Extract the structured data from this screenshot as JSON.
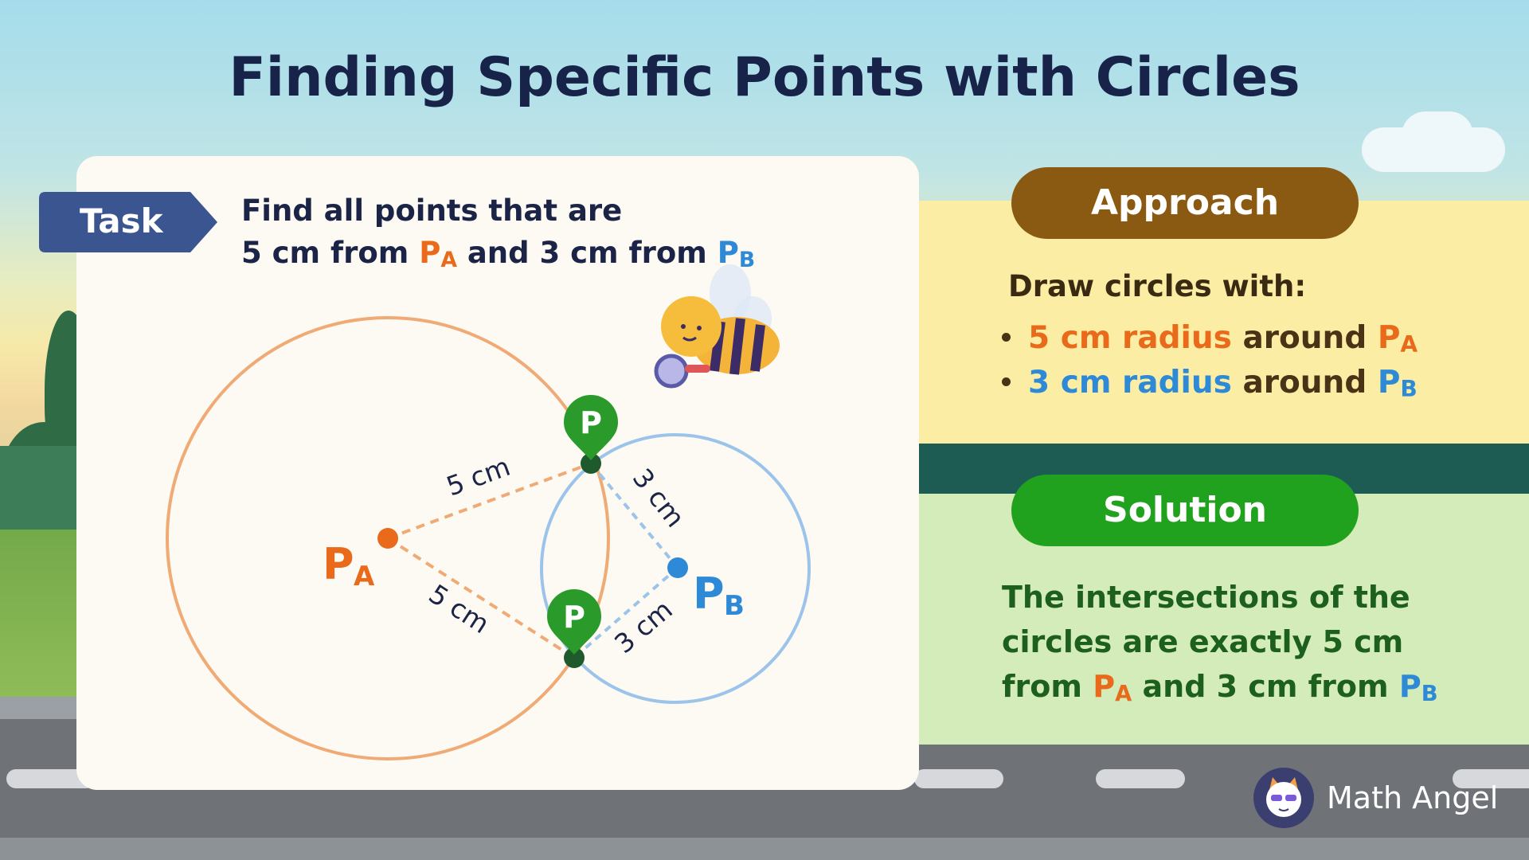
{
  "title": "Finding Specific Points with Circles",
  "task": {
    "tag": "Task",
    "line1": "Find all points that are",
    "line2_pre": "5 cm from ",
    "line2_mid": " and 3 cm from ",
    "pa_letter": "P",
    "pa_sub": "A",
    "pb_letter": "P",
    "pb_sub": "B"
  },
  "diagram": {
    "center_a_label": "P",
    "center_a_sub": "A",
    "center_b_label": "P",
    "center_b_sub": "B",
    "radius_a": "5 cm",
    "radius_b": "3 cm",
    "pin_label": "P",
    "colors": {
      "a": "#e86a1a",
      "b": "#2e8ad6",
      "circle_a": "#f0aa76",
      "circle_b": "#9cc4ea",
      "pin": "#2a9a2a"
    }
  },
  "approach": {
    "heading": "Approach",
    "intro": "Draw circles with:",
    "bullets": [
      {
        "value": "5 cm radius",
        "text": " around ",
        "point": "P",
        "sub": "A"
      },
      {
        "value": "3 cm radius",
        "text": " around ",
        "point": "P",
        "sub": "B"
      }
    ]
  },
  "solution": {
    "heading": "Solution",
    "line1": "The intersections of the",
    "line2": "circles are exactly 5 cm",
    "line3_pre": "from ",
    "line3_mid": " and 3 cm from ",
    "pa": "P",
    "pa_sub": "A",
    "pb": "P",
    "pb_sub": "B"
  },
  "brand": {
    "name": "Math Angel",
    "logo_icon": "cat-avatar-icon"
  },
  "mascot_icon": "bee-with-magnifier-icon"
}
